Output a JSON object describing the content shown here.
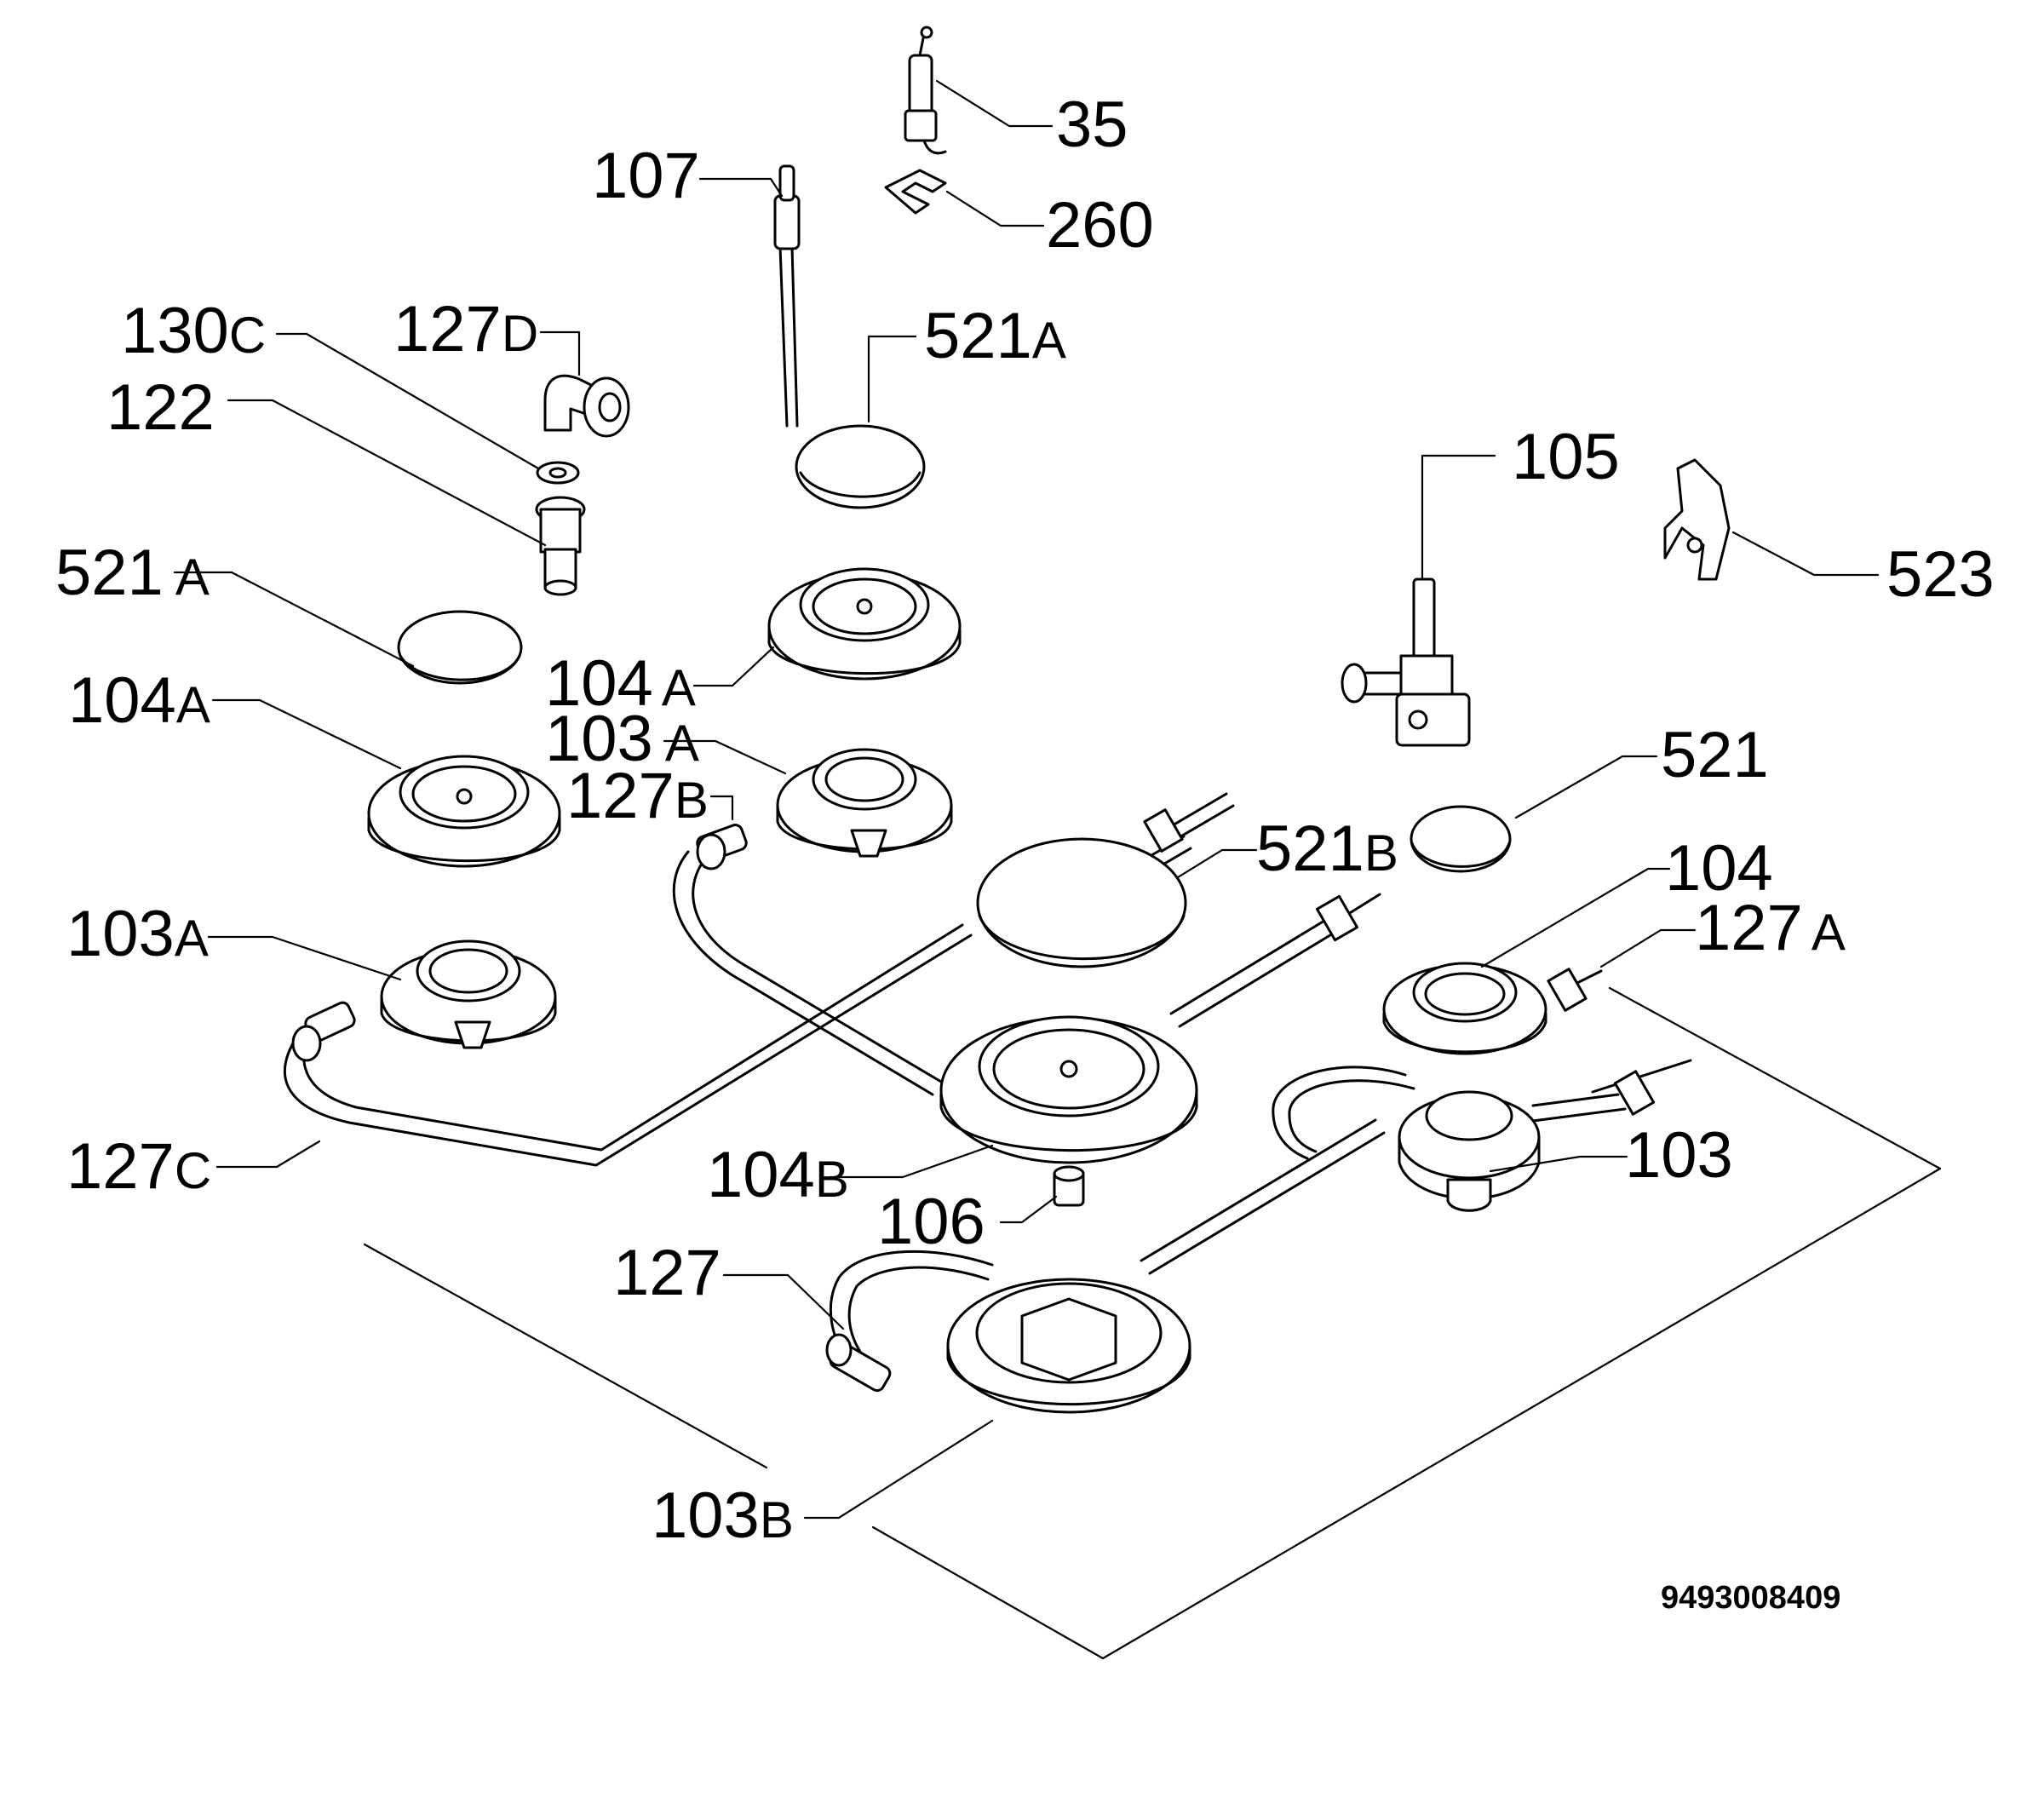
{
  "diagram": {
    "drawing_number": "9493008409",
    "labels": [
      {
        "id": "35",
        "num": "35",
        "suffix": ""
      },
      {
        "id": "260",
        "num": "260",
        "suffix": ""
      },
      {
        "id": "107",
        "num": "107",
        "suffix": ""
      },
      {
        "id": "130c",
        "num": "130",
        "suffix": "C"
      },
      {
        "id": "127d",
        "num": "127",
        "suffix": "D"
      },
      {
        "id": "122",
        "num": "122",
        "suffix": ""
      },
      {
        "id": "521a-top",
        "num": "521",
        "suffix": "A"
      },
      {
        "id": "105",
        "num": "105",
        "suffix": ""
      },
      {
        "id": "523",
        "num": "523",
        "suffix": ""
      },
      {
        "id": "521a-left",
        "num": "521",
        "suffix": "A"
      },
      {
        "id": "104a-center",
        "num": "104",
        "suffix": "A"
      },
      {
        "id": "104a-left",
        "num": "104",
        "suffix": "A"
      },
      {
        "id": "103a-center",
        "num": "103",
        "suffix": "A"
      },
      {
        "id": "127b",
        "num": "127",
        "suffix": "B"
      },
      {
        "id": "521",
        "num": "521",
        "suffix": ""
      },
      {
        "id": "521b",
        "num": "521",
        "suffix": "B"
      },
      {
        "id": "104",
        "num": "104",
        "suffix": ""
      },
      {
        "id": "103a-left",
        "num": "103",
        "suffix": "A"
      },
      {
        "id": "127a",
        "num": "127",
        "suffix": "A"
      },
      {
        "id": "103",
        "num": "103",
        "suffix": ""
      },
      {
        "id": "127c",
        "num": "127",
        "suffix": "C"
      },
      {
        "id": "104b",
        "num": "104",
        "suffix": "B"
      },
      {
        "id": "106",
        "num": "106",
        "suffix": ""
      },
      {
        "id": "127",
        "num": "127",
        "suffix": ""
      },
      {
        "id": "103b",
        "num": "103",
        "suffix": "B"
      }
    ]
  }
}
